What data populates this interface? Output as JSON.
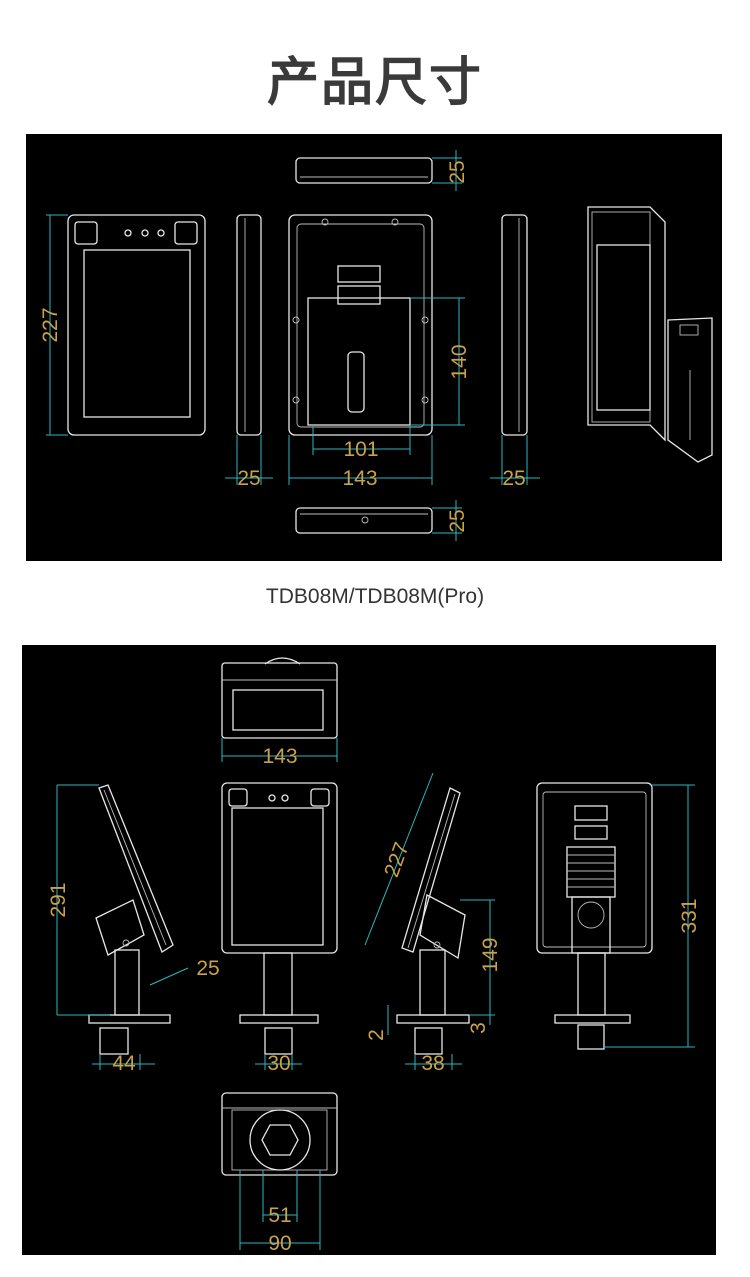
{
  "title": "产品尺寸",
  "caption": "TDB08M/TDB08M(Pro)",
  "colors": {
    "panel": "#000000",
    "line": "#e8e8e8",
    "dimension_line": "#28b8c0",
    "dimension_text": "#c9a24a"
  },
  "panel1": {
    "dims": {
      "top_thickness": "25",
      "height": "227",
      "side_left_depth": "25",
      "bracket_width": "101",
      "back_width": "143",
      "bracket_height": "140",
      "side_right_depth": "25",
      "bottom_thickness": "25"
    }
  },
  "panel2": {
    "dims": {
      "top_width": "143",
      "total_height_side": "291",
      "tilt_depth": "25",
      "pole_side": "44",
      "pole_front": "30",
      "panel_diagonal": "227",
      "bracket_height": "149",
      "gap_left": "2",
      "gap_right": "3",
      "pole_right": "38",
      "total_height_back": "331",
      "base_inner": "51",
      "base_outer": "90"
    }
  }
}
